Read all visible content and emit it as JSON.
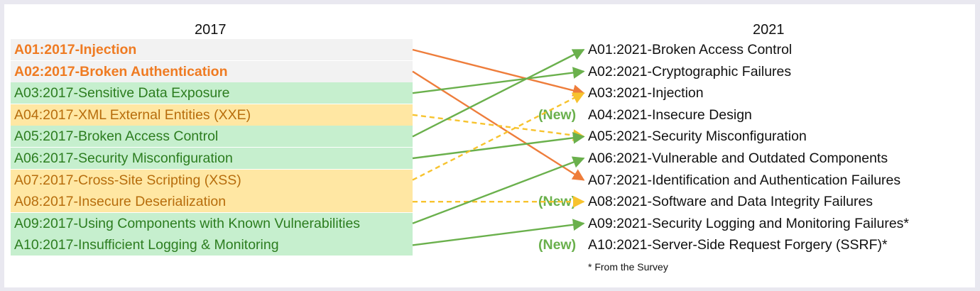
{
  "header": {
    "left_title": "2017",
    "right_title": "2021"
  },
  "colors": {
    "orange_text": "#ef7b22",
    "green_text": "#2c7d1f",
    "yellow_text": "#b76d0c",
    "orange_bg": "#f2f2f2",
    "green_bg": "#c6efce",
    "yellow_bg": "#ffe7a3",
    "new_tag": "#6ab04c",
    "arrow_orange": "#ee7d3b",
    "arrow_green": "#6ab04c",
    "arrow_yellow": "#f7c32e"
  },
  "left_items": [
    {
      "label": "A01:2017-Injection",
      "kind": "orange"
    },
    {
      "label": "A02:2017-Broken Authentication",
      "kind": "orange"
    },
    {
      "label": "A03:2017-Sensitive Data Exposure",
      "kind": "green"
    },
    {
      "label": "A04:2017-XML External Entities (XXE)",
      "kind": "yellow"
    },
    {
      "label": "A05:2017-Broken Access Control",
      "kind": "green"
    },
    {
      "label": "A06:2017-Security Misconfiguration",
      "kind": "green"
    },
    {
      "label": "A07:2017-Cross-Site Scripting (XSS)",
      "kind": "yellow"
    },
    {
      "label": "A08:2017-Insecure Deserialization",
      "kind": "yellow"
    },
    {
      "label": "A09:2017-Using Components with Known Vulnerabilities",
      "kind": "green"
    },
    {
      "label": "A10:2017-Insufficient Logging & Monitoring",
      "kind": "green"
    }
  ],
  "right_items": [
    {
      "label": "A01:2021-Broken Access Control",
      "new": ""
    },
    {
      "label": "A02:2021-Cryptographic Failures",
      "new": ""
    },
    {
      "label": "A03:2021-Injection",
      "new": ""
    },
    {
      "label": "A04:2021-Insecure Design",
      "new": "(New)"
    },
    {
      "label": "A05:2021-Security Misconfiguration",
      "new": ""
    },
    {
      "label": "A06:2021-Vulnerable and Outdated Components",
      "new": ""
    },
    {
      "label": "A07:2021-Identification and Authentication Failures",
      "new": ""
    },
    {
      "label": "A08:2021-Software and Data Integrity Failures",
      "new": "(New)"
    },
    {
      "label": "A09:2021-Security Logging and Monitoring Failures*",
      "new": ""
    },
    {
      "label": "A10:2021-Server-Side Request Forgery (SSRF)*",
      "new": "(New)"
    }
  ],
  "mappings": [
    {
      "from": 0,
      "to": 2,
      "style": "orange"
    },
    {
      "from": 1,
      "to": 6,
      "style": "orange"
    },
    {
      "from": 2,
      "to": 1,
      "style": "green"
    },
    {
      "from": 3,
      "to": 4,
      "style": "yellow"
    },
    {
      "from": 4,
      "to": 0,
      "style": "green"
    },
    {
      "from": 5,
      "to": 4,
      "style": "green"
    },
    {
      "from": 6,
      "to": 2,
      "style": "yellow"
    },
    {
      "from": 7,
      "to": 7,
      "style": "yellow"
    },
    {
      "from": 8,
      "to": 5,
      "style": "green"
    },
    {
      "from": 9,
      "to": 8,
      "style": "green"
    }
  ],
  "footnote": "* From the Survey"
}
